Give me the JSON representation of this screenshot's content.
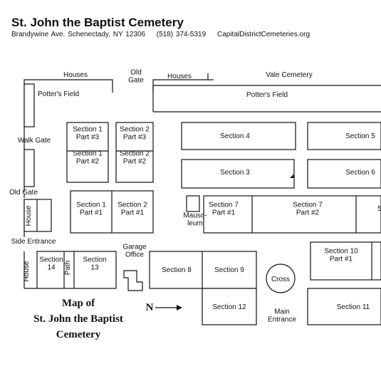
{
  "header": {
    "title": "St. John the Baptist Cemetery",
    "address": "Brandywine Ave. Schenectady, NY 12306",
    "phone": "(518) 374-5319",
    "website": "CapitalDistrictCemeteries.org"
  },
  "map": {
    "houses_left": "Houses",
    "old_gate_top": "Old\nGate",
    "houses_right": "Houses",
    "vale_cemetery": "Vale Cemetery",
    "potters_field_left": "Potter's Field",
    "potters_field_right": "Potter's Field",
    "walk_gate": "Walk Gate",
    "old_gate_left": "Old Gate",
    "house_left": "House",
    "side_entrance": "Side Entrance",
    "house_bottom": "House",
    "path": "Path",
    "garage_office": "Garage\nOffice",
    "mausoleum": "Mauso-\nleum",
    "cross": "Cross",
    "main_entrance": "Main\nEntrance",
    "north_label": "N",
    "map_title_line1": "Map of",
    "map_title_line2": "St. John the Baptist",
    "map_title_line3": "Cemetery",
    "sections": {
      "s1p3": "Section 1\nPart #3",
      "s2p3": "Section 2\nPart #3",
      "s1p2": "Section 1\nPart #2",
      "s2p2": "Section 2\nPart #2",
      "s1p1": "Section 1\nPart #1",
      "s2p1": "Section 2\nPart #1",
      "s4": "Section 4",
      "s5": "Section 5",
      "s3": "Section 3",
      "s6": "Section 6",
      "s7p1": "Section 7\nPart #1",
      "s7p2": "Section 7\nPart #2",
      "s5cut": "5",
      "s14": "Section\n14",
      "s13": "Section\n13",
      "s8": "Section 8",
      "s9": "Section 9",
      "s10p1": "Section 10\nPart #1",
      "s12": "Section 12",
      "s11": "Section 11"
    }
  }
}
